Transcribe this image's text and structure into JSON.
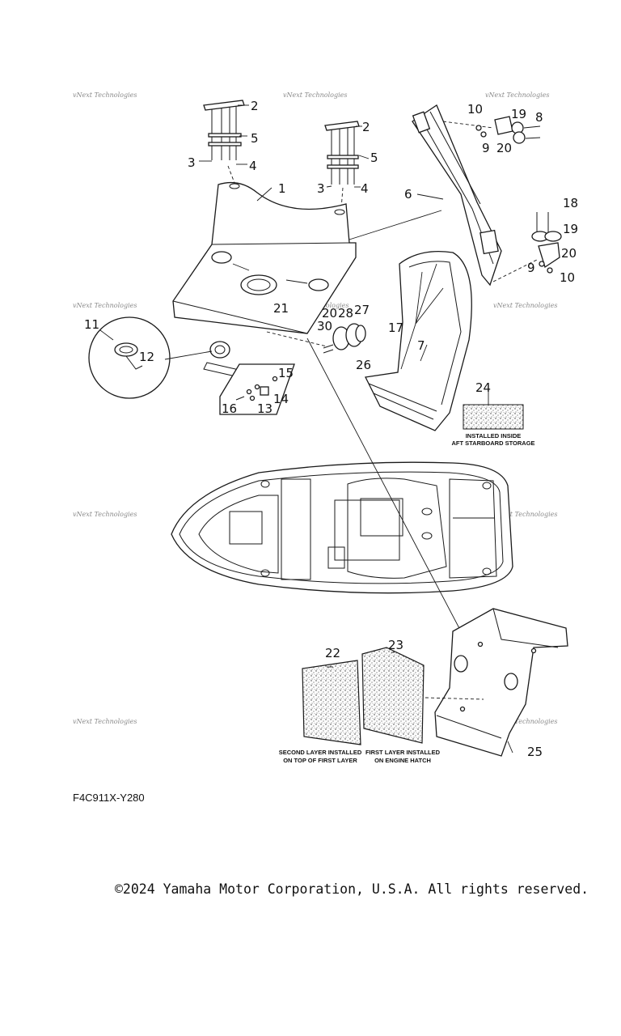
{
  "callouts": [
    "1",
    "2",
    "2",
    "3",
    "3",
    "4",
    "4",
    "5",
    "5",
    "6",
    "7",
    "8",
    "9",
    "9",
    "10",
    "10",
    "11",
    "12",
    "13",
    "14",
    "15",
    "16",
    "17",
    "18",
    "19",
    "19",
    "20",
    "20",
    "20",
    "21",
    "22",
    "23",
    "24",
    "25",
    "26",
    "27",
    "28",
    "30"
  ],
  "notes": {
    "aft_storage": [
      "INSTALLED INSIDE",
      "AFT STARBOARD STORAGE"
    ],
    "second_layer": [
      "SECOND LAYER INSTALLED",
      "ON TOP OF FIRST LAYER"
    ],
    "first_layer": [
      "FIRST LAYER INSTALLED",
      "ON ENGINE HATCH"
    ]
  },
  "watermark": "vNext Technologies",
  "figure_code": "F4C911X-Y280",
  "copyright": "©2024 Yamaha Motor Corporation, U.S.A. All rights reserved."
}
